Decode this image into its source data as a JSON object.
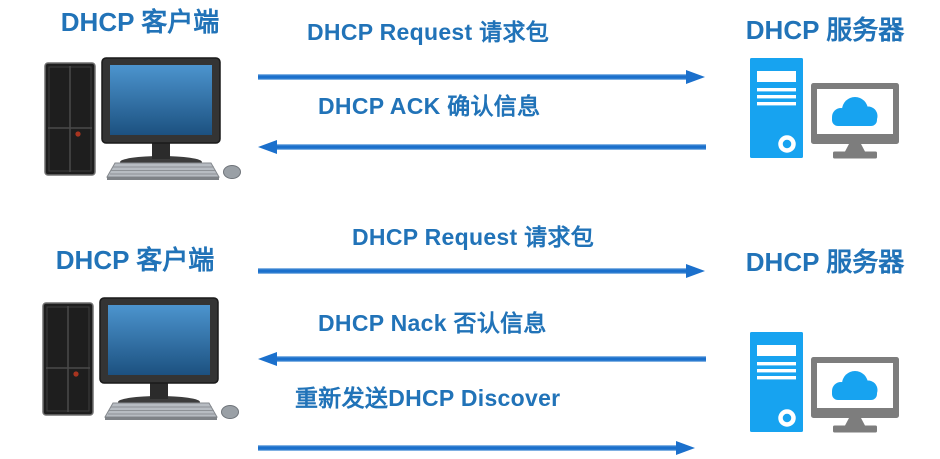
{
  "diagram": {
    "colors": {
      "label_blue": "#2173B8",
      "arrow_blue": "#1B70CC",
      "server_blue": "#17A3F0",
      "monitor_gray": "#7D7D7D",
      "client_screen_blue_top": "#4C94CE",
      "client_screen_blue_bottom": "#1C5180"
    },
    "icons": {
      "client": "desktop-computer-icon",
      "server": "server-tower-cloud-monitor-icon"
    },
    "top": {
      "client_label": "DHCP 客户端",
      "server_label": "DHCP 服务器",
      "messages": [
        {
          "label": "DHCP Request 请求包",
          "direction": "right"
        },
        {
          "label": "DHCP ACK 确认信息",
          "direction": "left"
        }
      ]
    },
    "bottom": {
      "client_label": "DHCP 客户端",
      "server_label": "DHCP 服务器",
      "messages": [
        {
          "label": "DHCP Request 请求包",
          "direction": "right"
        },
        {
          "label": "DHCP Nack 否认信息",
          "direction": "left"
        },
        {
          "label": "重新发送DHCP Discover",
          "direction": "right"
        }
      ]
    }
  }
}
